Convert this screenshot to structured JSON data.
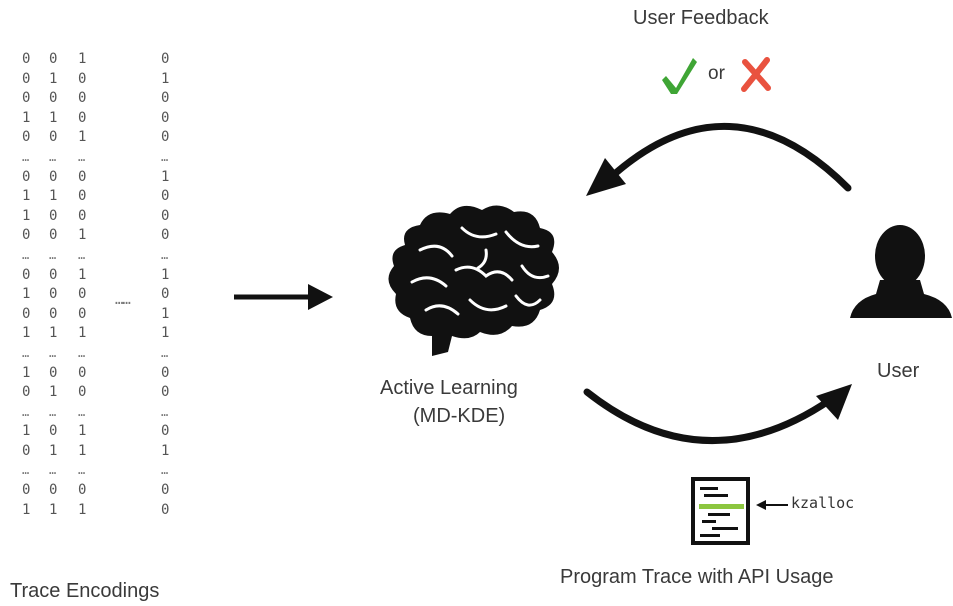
{
  "matrix_rows": [
    [
      "0",
      "0",
      "1",
      "0"
    ],
    [
      "0",
      "1",
      "0",
      "1"
    ],
    [
      "0",
      "0",
      "0",
      "0"
    ],
    [
      "1",
      "1",
      "0",
      "0"
    ],
    [
      "0",
      "0",
      "1",
      "0"
    ],
    [
      "…",
      "…",
      "…",
      "…"
    ],
    [
      "0",
      "0",
      "0",
      "1"
    ],
    [
      "1",
      "1",
      "0",
      "0"
    ],
    [
      "1",
      "0",
      "0",
      "0"
    ],
    [
      "0",
      "0",
      "1",
      "0"
    ],
    [
      "…",
      "…",
      "…",
      "…"
    ],
    [
      "0",
      "0",
      "1",
      "1"
    ],
    [
      "1",
      "0",
      "0",
      "0"
    ],
    [
      "0",
      "0",
      "0",
      "1"
    ],
    [
      "1",
      "1",
      "1",
      "1"
    ],
    [
      "…",
      "…",
      "…",
      "…"
    ],
    [
      "1",
      "0",
      "0",
      "0"
    ],
    [
      "0",
      "1",
      "0",
      "0"
    ],
    [
      "…",
      "…",
      "…",
      "…"
    ],
    [
      "1",
      "0",
      "1",
      "0"
    ],
    [
      "0",
      "1",
      "1",
      "1"
    ],
    [
      "…",
      "…",
      "…",
      "…"
    ],
    [
      "0",
      "0",
      "0",
      "0"
    ],
    [
      "1",
      "1",
      "1",
      "0"
    ]
  ],
  "matrix_column_ellipsis": "……",
  "labels": {
    "trace_encodings": "Trace Encodings",
    "user_feedback": "User Feedback",
    "or": "or",
    "active_learning_line1": "Active Learning",
    "active_learning_line2": "(MD-KDE)",
    "user": "User",
    "program_trace": "Program Trace with API Usage",
    "api_call": "kzalloc"
  },
  "icons": {
    "check": "check-mark-icon",
    "cross": "cross-mark-icon",
    "brain": "brain-icon",
    "user": "user-silhouette-icon",
    "trace": "program-trace-icon"
  },
  "colors": {
    "check": "#3fa535",
    "cross": "#e9523f",
    "highlight": "#8cc63f",
    "arrow": "#111111"
  }
}
